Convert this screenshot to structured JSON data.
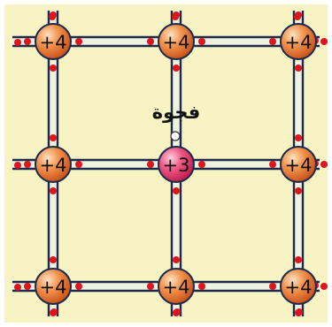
{
  "diagram": {
    "hole_label": "فجوة",
    "atoms": [
      {
        "label": "+4",
        "type": "host"
      },
      {
        "label": "+4",
        "type": "host"
      },
      {
        "label": "+4",
        "type": "host"
      },
      {
        "label": "+4",
        "type": "host"
      },
      {
        "label": "+3",
        "type": "acceptor"
      },
      {
        "label": "+4",
        "type": "host"
      },
      {
        "label": "+4",
        "type": "host"
      },
      {
        "label": "+4",
        "type": "host"
      },
      {
        "label": "+4",
        "type": "host"
      }
    ],
    "colors": {
      "background": "#f7f3c2",
      "bond_line": "#1c2a4d",
      "bond_fill": "#eef3df",
      "host_atom": "#e9772f",
      "acceptor_atom": "#e63f6a",
      "electron": "#e0141d"
    }
  }
}
